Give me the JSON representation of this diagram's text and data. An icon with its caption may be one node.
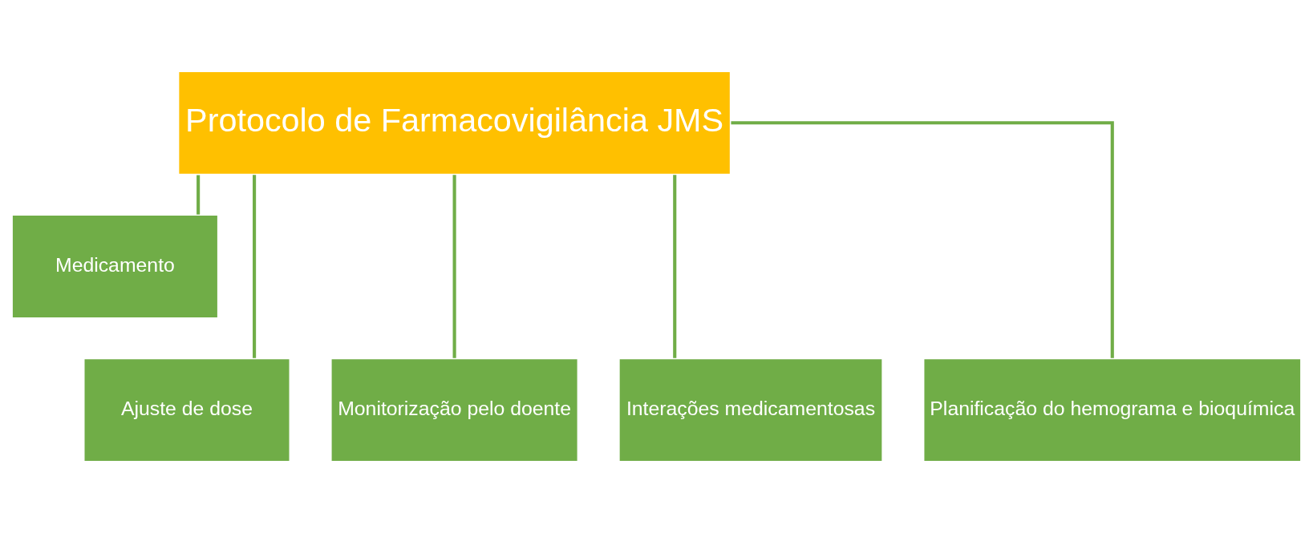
{
  "diagram": {
    "nodes": [
      {
        "text": [
          "Protocolo de Farmacovigilância JMS"
        ]
      },
      {
        "text": [
          "Medicamento"
        ]
      },
      {
        "text": [
          "Ajuste de dose"
        ]
      },
      {
        "text": [
          "Monitorização pelo doente"
        ]
      },
      {
        "text": [
          "Interações medicamentosas"
        ]
      },
      {
        "text": [
          "Planificação do hemograma e bioquímica"
        ]
      }
    ],
    "edges": [
      {
        "from": 0,
        "to": 1,
        "arrow": "none"
      },
      {
        "from": 0,
        "to": 2,
        "arrow": "none"
      },
      {
        "from": 0,
        "to": 3,
        "arrow": "none"
      },
      {
        "from": 0,
        "to": 4,
        "arrow": "none"
      },
      {
        "from": 0,
        "to": 5,
        "arrow": "none"
      }
    ]
  }
}
